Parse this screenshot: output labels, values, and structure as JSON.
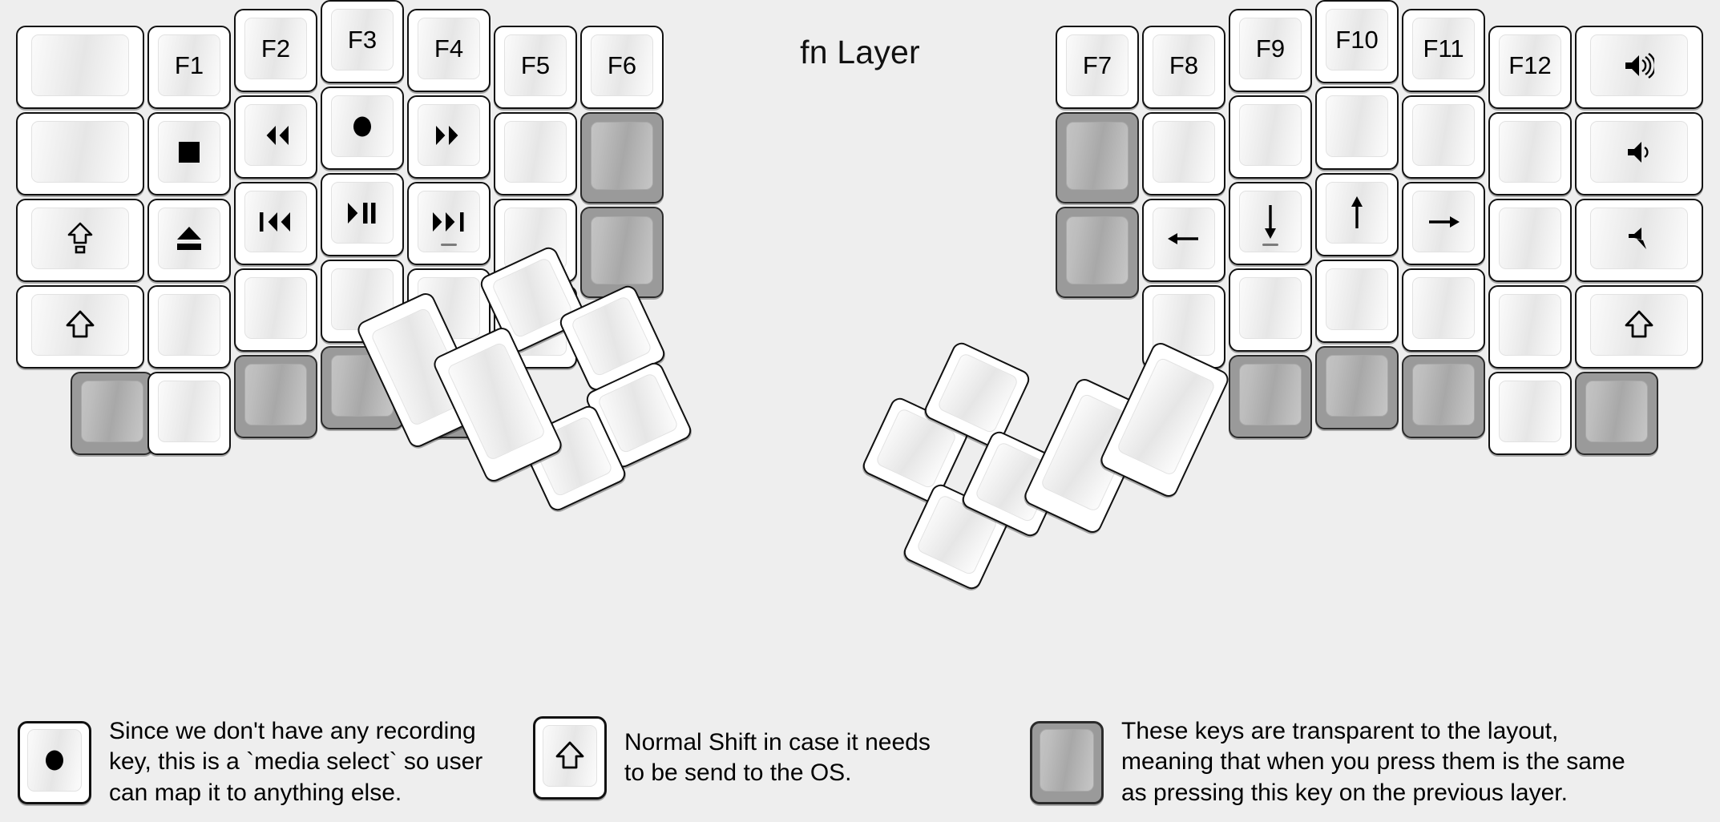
{
  "title": "fn Layer",
  "colors": {
    "background": "#eeeeee",
    "key_face": "#ffffff",
    "key_outline": "#111111",
    "transparent_key": "#9a9a9a",
    "label": "#000000"
  },
  "glyphs": {
    "record": "●",
    "stop": "■",
    "eject": "⏏",
    "rewind": "◂◂",
    "fast_forward": "▸▸",
    "prev_track": "❘◂◂",
    "play_pause": "▸❙❙",
    "next_track": "▸▸❘",
    "caps_lock": "⇧▫",
    "shift": "⇧",
    "volume_up": "🔊",
    "volume_down": "🔉",
    "mute": "🔇",
    "arrow_left": "←",
    "arrow_down": "↓",
    "arrow_up": "↑",
    "arrow_right": "→"
  },
  "left_half": {
    "name": "left-keyboard-half",
    "keys": [
      {
        "id": "l-c1-r1",
        "label": "",
        "type": "blank"
      },
      {
        "id": "l-c1-r2",
        "label": "",
        "type": "blank"
      },
      {
        "id": "l-c1-r3",
        "label": "caps-lock",
        "type": "glyph",
        "glyph": "caps_lock"
      },
      {
        "id": "l-c1-r4",
        "label": "shift",
        "type": "glyph",
        "glyph": "shift"
      },
      {
        "id": "l-c1-r5",
        "label": "",
        "type": "transparent"
      },
      {
        "id": "l-c2-r1",
        "label": "F1",
        "type": "text"
      },
      {
        "id": "l-c2-r2",
        "label": "stop",
        "type": "glyph",
        "glyph": "stop"
      },
      {
        "id": "l-c2-r3",
        "label": "eject",
        "type": "glyph",
        "glyph": "eject"
      },
      {
        "id": "l-c2-r4",
        "label": "",
        "type": "blank"
      },
      {
        "id": "l-c2-r5",
        "label": "",
        "type": "blank"
      },
      {
        "id": "l-c3-r1",
        "label": "F2",
        "type": "text"
      },
      {
        "id": "l-c3-r2",
        "label": "rewind",
        "type": "glyph",
        "glyph": "rewind"
      },
      {
        "id": "l-c3-r3",
        "label": "prev-track",
        "type": "glyph",
        "glyph": "prev_track"
      },
      {
        "id": "l-c3-r4",
        "label": "",
        "type": "blank"
      },
      {
        "id": "l-c3-r5",
        "label": "",
        "type": "transparent"
      },
      {
        "id": "l-c4-r1",
        "label": "F3",
        "type": "text"
      },
      {
        "id": "l-c4-r2",
        "label": "record",
        "type": "glyph",
        "glyph": "record"
      },
      {
        "id": "l-c4-r3",
        "label": "play-pause",
        "type": "glyph",
        "glyph": "play_pause"
      },
      {
        "id": "l-c4-r4",
        "label": "",
        "type": "blank"
      },
      {
        "id": "l-c4-r5",
        "label": "",
        "type": "transparent"
      },
      {
        "id": "l-c5-r1",
        "label": "F4",
        "type": "text"
      },
      {
        "id": "l-c5-r2",
        "label": "fast-forward",
        "type": "glyph",
        "glyph": "fast_forward"
      },
      {
        "id": "l-c5-r3",
        "label": "next-track",
        "type": "glyph",
        "glyph": "next_track",
        "homing": true
      },
      {
        "id": "l-c5-r4",
        "label": "",
        "type": "blank"
      },
      {
        "id": "l-c5-r5",
        "label": "",
        "type": "transparent"
      },
      {
        "id": "l-c6-r1",
        "label": "F5",
        "type": "text"
      },
      {
        "id": "l-c6-r2",
        "label": "",
        "type": "blank"
      },
      {
        "id": "l-c6-r3",
        "label": "",
        "type": "blank"
      },
      {
        "id": "l-c6-r4",
        "label": "",
        "type": "blank"
      },
      {
        "id": "l-c7-r1",
        "label": "F6",
        "type": "text"
      },
      {
        "id": "l-c7-r2",
        "label": "",
        "type": "transparent"
      },
      {
        "id": "l-c7-r3",
        "label": "",
        "type": "transparent"
      }
    ],
    "thumb_cluster": [
      {
        "id": "l-t1",
        "label": "",
        "type": "blank"
      },
      {
        "id": "l-t2",
        "label": "",
        "type": "blank"
      },
      {
        "id": "l-t3",
        "label": "",
        "type": "blank"
      },
      {
        "id": "l-t4",
        "label": "",
        "type": "blank"
      },
      {
        "id": "l-t5",
        "label": "",
        "type": "blank"
      },
      {
        "id": "l-t6",
        "label": "",
        "type": "blank"
      }
    ]
  },
  "right_half": {
    "name": "right-keyboard-half",
    "keys": [
      {
        "id": "r-c1-r1",
        "label": "F7",
        "type": "text"
      },
      {
        "id": "r-c1-r2",
        "label": "",
        "type": "transparent"
      },
      {
        "id": "r-c1-r3",
        "label": "",
        "type": "transparent"
      },
      {
        "id": "r-c2-r1",
        "label": "F8",
        "type": "text"
      },
      {
        "id": "r-c2-r2",
        "label": "",
        "type": "blank"
      },
      {
        "id": "r-c2-r3",
        "label": "arrow-left",
        "type": "glyph",
        "glyph": "arrow_left"
      },
      {
        "id": "r-c2-r4",
        "label": "",
        "type": "blank"
      },
      {
        "id": "r-c3-r1",
        "label": "F9",
        "type": "text"
      },
      {
        "id": "r-c3-r2",
        "label": "",
        "type": "blank"
      },
      {
        "id": "r-c3-r3",
        "label": "arrow-down",
        "type": "glyph",
        "glyph": "arrow_down",
        "homing": true
      },
      {
        "id": "r-c3-r4",
        "label": "",
        "type": "blank"
      },
      {
        "id": "r-c3-r5",
        "label": "",
        "type": "transparent"
      },
      {
        "id": "r-c4-r1",
        "label": "F10",
        "type": "text"
      },
      {
        "id": "r-c4-r2",
        "label": "",
        "type": "blank"
      },
      {
        "id": "r-c4-r3",
        "label": "arrow-up",
        "type": "glyph",
        "glyph": "arrow_up"
      },
      {
        "id": "r-c4-r4",
        "label": "",
        "type": "blank"
      },
      {
        "id": "r-c4-r5",
        "label": "",
        "type": "transparent"
      },
      {
        "id": "r-c5-r1",
        "label": "F11",
        "type": "text"
      },
      {
        "id": "r-c5-r2",
        "label": "",
        "type": "blank"
      },
      {
        "id": "r-c5-r3",
        "label": "arrow-right",
        "type": "glyph",
        "glyph": "arrow_right"
      },
      {
        "id": "r-c5-r4",
        "label": "",
        "type": "blank"
      },
      {
        "id": "r-c5-r5",
        "label": "",
        "type": "transparent"
      },
      {
        "id": "r-c6-r1",
        "label": "F12",
        "type": "text"
      },
      {
        "id": "r-c6-r2",
        "label": "",
        "type": "blank"
      },
      {
        "id": "r-c6-r3",
        "label": "",
        "type": "blank"
      },
      {
        "id": "r-c6-r4",
        "label": "",
        "type": "blank"
      },
      {
        "id": "r-c6-r5",
        "label": "",
        "type": "blank"
      },
      {
        "id": "r-c7-r1",
        "label": "volume-up",
        "type": "glyph",
        "glyph": "volume_up"
      },
      {
        "id": "r-c7-r2",
        "label": "volume-down",
        "type": "glyph",
        "glyph": "volume_down"
      },
      {
        "id": "r-c7-r3",
        "label": "mute",
        "type": "glyph",
        "glyph": "mute"
      },
      {
        "id": "r-c7-r4",
        "label": "shift",
        "type": "glyph",
        "glyph": "shift"
      },
      {
        "id": "r-c7-r5",
        "label": "",
        "type": "transparent"
      }
    ],
    "thumb_cluster": [
      {
        "id": "r-t1",
        "label": "",
        "type": "blank"
      },
      {
        "id": "r-t2",
        "label": "",
        "type": "blank"
      },
      {
        "id": "r-t3",
        "label": "",
        "type": "blank"
      },
      {
        "id": "r-t4",
        "label": "",
        "type": "blank"
      },
      {
        "id": "r-t5",
        "label": "",
        "type": "blank"
      },
      {
        "id": "r-t6",
        "label": "",
        "type": "blank"
      }
    ]
  },
  "legend": [
    {
      "id": "legend-record",
      "key_type": "glyph",
      "glyph": "record",
      "text": "Since we don't have any recording\nkey, this is a `media select` so user\ncan map it to anything else."
    },
    {
      "id": "legend-shift",
      "key_type": "glyph",
      "glyph": "shift",
      "text": "Normal Shift in case it needs\nto be send to the OS."
    },
    {
      "id": "legend-transparent",
      "key_type": "transparent",
      "glyph": "",
      "text": "These keys are transparent to the layout,\nmeaning that when you press them is the same\nas pressing this key on the previous layer."
    }
  ]
}
